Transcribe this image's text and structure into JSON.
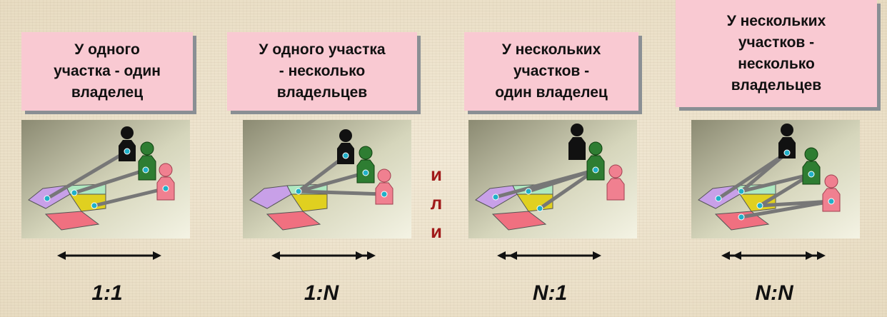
{
  "colors": {
    "label_bg": "#f9c9d2",
    "ili_text": "#a01a1a",
    "owner_black": "#111111",
    "owner_green": "#2e7d32",
    "owner_pink": "#f08090",
    "parcel_violet": "#c8a0e8",
    "parcel_mint": "#aee8c0",
    "parcel_yellow": "#e0d020",
    "parcel_red": "#f07080",
    "link_gray": "#777777",
    "point_cyan": "#20b0c8"
  },
  "cards": [
    {
      "label": "У одного\nучастка - один\nвладелец",
      "ratio": "1:1"
    },
    {
      "label": "У одного участка\n- несколько\nвладельцев",
      "ratio": "1:N"
    },
    {
      "label": "У нескольких\nучастков -\nодин владелец",
      "ratio": "N:1"
    },
    {
      "label": "У нескольких\nучастков -\nнесколько\nвладельцев",
      "ratio": "N:N"
    }
  ],
  "separator": {
    "letters": [
      "и",
      "л",
      "и"
    ]
  }
}
